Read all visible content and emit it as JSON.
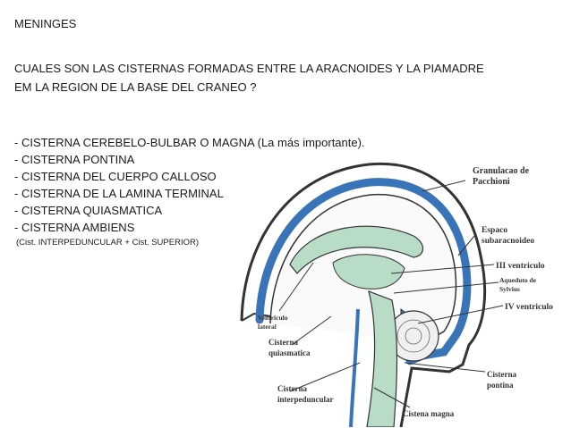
{
  "title": "MENINGES",
  "question": {
    "line1": "CUALES SON LAS CISTERNAS FORMADAS ENTRE LA ARACNOIDES Y LA PIAMADRE",
    "line2": "EM LA REGION DE LA BASE DEL CRANEO ?"
  },
  "cisterns": [
    "- CISTERNA CEREBELO-BULBAR O MAGNA (La más importante).",
    "- CISTERNA PONTINA",
    "- CISTERNA DEL CUERPO CALLOSO",
    "- CISTERNA DE LA LAMINA TERMINAL",
    "- CISTERNA QUIASMATICA",
    "- CISTERNA AMBIENS"
  ],
  "note": "(Cist. INTERPEDUNCULAR + Cist. SUPERIOR)",
  "figure": {
    "labels": {
      "granulacao1": "Granulacao de",
      "granulacao2": "Pacchioni",
      "espaco1": "Espaco",
      "espaco2": "subaracnoideo",
      "ventriculo3": "III ventriculo",
      "aqueduto1": "Aqueduto de",
      "aqueduto2": "Sylvius",
      "ventriculo4": "IV ventriculo",
      "lateral1": "Ventriculo",
      "lateral2": "lateral",
      "quiasm1": "Cisterna",
      "quiasm2": "quiasmatica",
      "pontina1": "Cisterna",
      "pontina2": "pontina",
      "interped1": "Cisterna",
      "interped2": "interpeduncular",
      "magna": "Cistena magna"
    },
    "colors": {
      "csf": "#3a74b8",
      "ventricle": "#b9dcc6",
      "outline": "#333333"
    }
  }
}
